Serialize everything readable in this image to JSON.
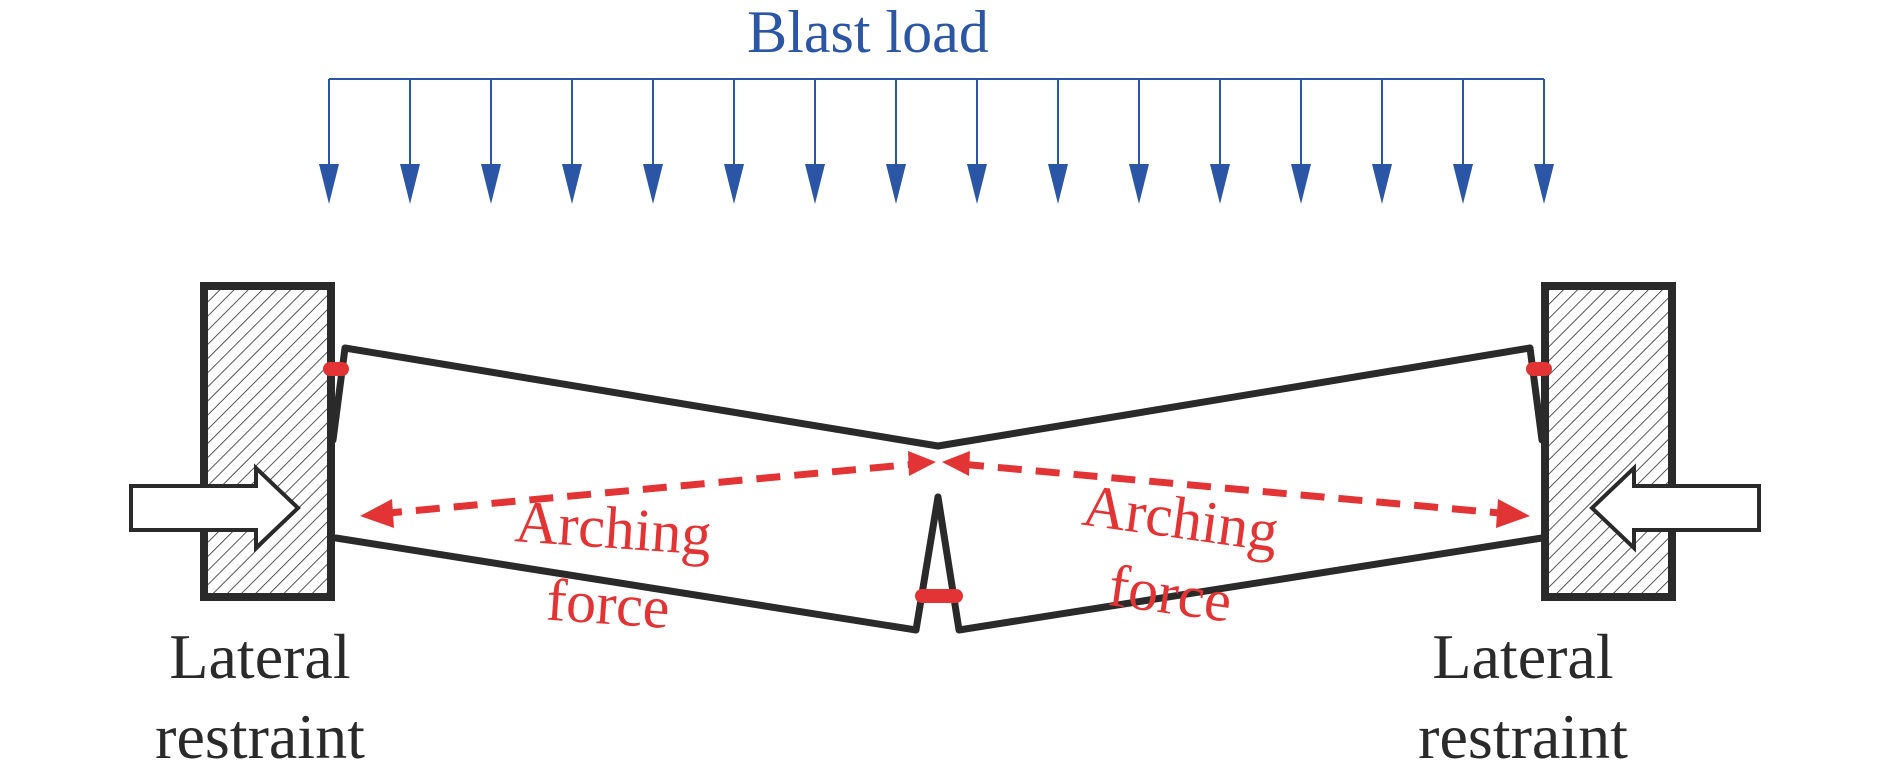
{
  "title": "Blast load",
  "left_support_label": {
    "line1": "Lateral",
    "line2": "restraint"
  },
  "right_support_label": {
    "line1": "Lateral",
    "line2": "restraint"
  },
  "left_force_label": {
    "line1": "Arching",
    "line2": "force"
  },
  "right_force_label": {
    "line1": "Arching",
    "line2": "force"
  },
  "colors": {
    "load": "#2b56a5",
    "structure": "#2a2a2a",
    "arching": "#e23434",
    "restraint_fill": "#ffffff"
  },
  "load_arrow_count": 16
}
